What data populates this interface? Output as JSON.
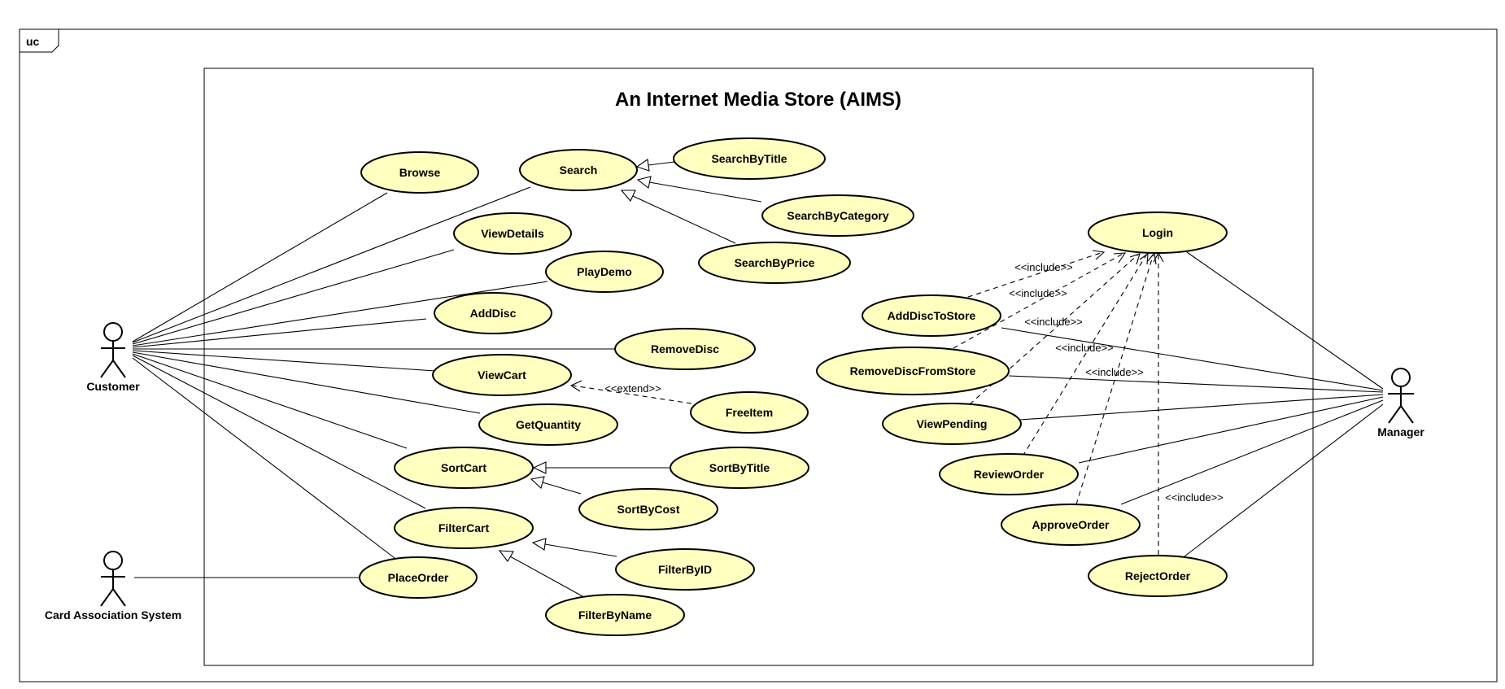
{
  "frame": {
    "tab_label": "uc"
  },
  "system": {
    "title": "An Internet Media Store (AIMS)"
  },
  "actors": {
    "customer": {
      "label": "Customer",
      "head_color": "#ffffc0"
    },
    "card": {
      "label": "Card Association System",
      "head_color": "#d6f5d6"
    },
    "manager": {
      "label": "Manager",
      "head_color": "#c8c8f5"
    }
  },
  "use_cases": {
    "browse": "Browse",
    "search": "Search",
    "search_by_title": "SearchByTitle",
    "search_by_category": "SearchByCategory",
    "search_by_price": "SearchByPrice",
    "view_details": "ViewDetails",
    "play_demo": "PlayDemo",
    "add_disc": "AddDisc",
    "remove_disc": "RemoveDisc",
    "view_cart": "ViewCart",
    "free_item": "FreeItem",
    "get_quantity": "GetQuantity",
    "sort_cart": "SortCart",
    "sort_by_title": "SortByTitle",
    "sort_by_cost": "SortByCost",
    "filter_cart": "FilterCart",
    "filter_by_id": "FilterByID",
    "filter_by_name": "FilterByName",
    "place_order": "PlaceOrder",
    "login": "Login",
    "add_disc_to_store": "AddDiscToStore",
    "remove_disc_from_store": "RemoveDiscFromStore",
    "view_pending": "ViewPending",
    "review_order": "ReviewOrder",
    "approve_order": "ApproveOrder",
    "reject_order": "RejectOrder"
  },
  "stereotypes": {
    "extend": "<<extend>>",
    "include": "<<include>>"
  },
  "colors": {
    "use_case_fill": "#ffffc0",
    "line": "#000000"
  }
}
